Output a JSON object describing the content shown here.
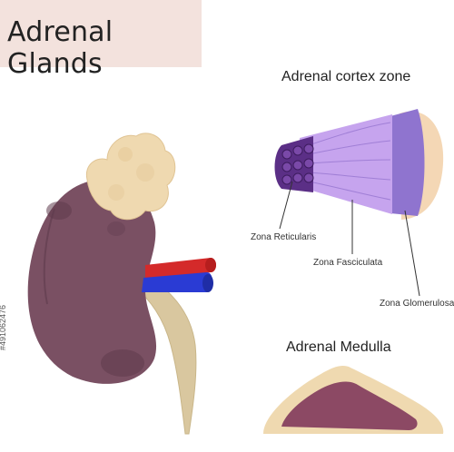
{
  "title": "Adrenal Glands",
  "sections": {
    "cortex_title": "Adrenal cortex zone",
    "medulla_title": "Adrenal Medulla"
  },
  "zones": [
    {
      "label": "Zona Reticularis"
    },
    {
      "label": "Zona Fasciculata"
    },
    {
      "label": "Zona Glomerulosa"
    }
  ],
  "stock_id": "#491062476",
  "colors": {
    "title_bg": "#f3e2dd",
    "kidney": "#7a5063",
    "kidney_shadow": "#5e3a4c",
    "gland": "#efd9b0",
    "artery": "#d42a2a",
    "vein": "#2a3bd4",
    "ureter": "#d9c79f",
    "reticularis": "#5b2f86",
    "fasciculata": "#c6a4ee",
    "glomerulosa": "#8f74cf",
    "capsule": "#f4d7b5",
    "medulla": "#8c4964"
  }
}
